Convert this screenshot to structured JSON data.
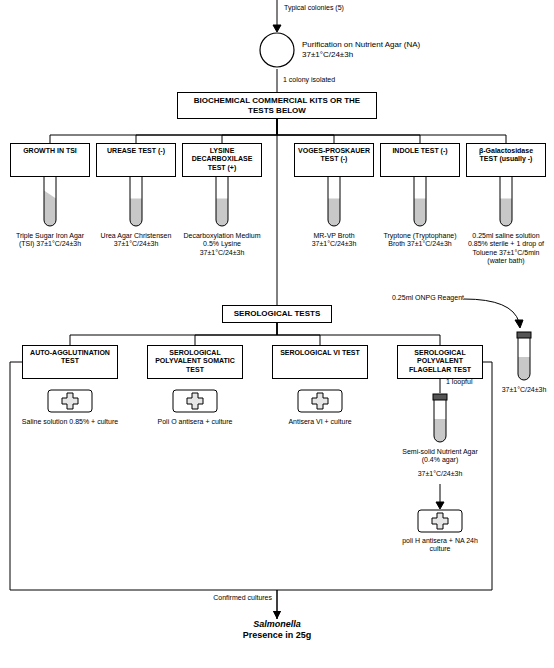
{
  "diagram": {
    "nodes": [
      {
        "text": [
          "Purification on Nutrient Agar (NA) 37±1°C/24±3h"
        ]
      },
      {
        "text": [
          "BIOCHEMICAL COMMERCIAL KITS OR THE TESTS BELOW"
        ]
      },
      {
        "text": [
          "GROWTH IN TSI"
        ]
      },
      {
        "text": [
          "UREASE TEST (-)"
        ]
      },
      {
        "text": [
          "LYSINE DECARBOXILASE TEST (+)"
        ]
      },
      {
        "text": [
          "VOGES-PROSKAUER TEST (-)"
        ]
      },
      {
        "text": [
          "INDOLE TEST (-)"
        ]
      },
      {
        "text": [
          "β-Galactosidase TEST (usually -)"
        ]
      },
      {
        "text": [
          "SEROLOGICAL TESTS"
        ]
      },
      {
        "text": [
          "AUTO-AGGLUTINATION TEST"
        ]
      },
      {
        "text": [
          "SEROLOGICAL POLYVALENT SOMATIC TEST"
        ]
      },
      {
        "text": [
          "SEROLOGICAL VI TEST"
        ]
      },
      {
        "text": [
          "SEROLOGICAL POLYVALENT FLAGELLAR TEST"
        ]
      },
      {
        "text": [
          "Salmonella",
          "Presence in 25g"
        ]
      }
    ],
    "edges": [
      {
        "from": 0,
        "to": 1,
        "arrow": "none",
        "label": "1 colony isolated"
      },
      {
        "from": 1,
        "to": 2,
        "arrow": "none"
      },
      {
        "from": 1,
        "to": 3,
        "arrow": "none"
      },
      {
        "from": 1,
        "to": 4,
        "arrow": "none"
      },
      {
        "from": 1,
        "to": 5,
        "arrow": "none"
      },
      {
        "from": 1,
        "to": 6,
        "arrow": "none"
      },
      {
        "from": 1,
        "to": 7,
        "arrow": "none"
      },
      {
        "from": 1,
        "to": 8,
        "arrow": "none"
      },
      {
        "from": 8,
        "to": 9,
        "arrow": "none"
      },
      {
        "from": 8,
        "to": 10,
        "arrow": "none"
      },
      {
        "from": 8,
        "to": 11,
        "arrow": "none"
      },
      {
        "from": 8,
        "to": 12,
        "arrow": "none"
      },
      {
        "from": 9,
        "to": 13,
        "arrow": "to"
      },
      {
        "from": 12,
        "to": 13,
        "arrow": "to"
      }
    ],
    "labels": [
      "Typical colonies (5)",
      "Triple Sugar Iron Agar (TSI) 37±1°C/24±3h",
      "Urea Agar Christensen 37±1°C/24±3h",
      "Decarboxylation Medium 0.5% Lysine 37±1°C/24±3h",
      "MR-VP Broth 37±1°C/24±3h",
      "Tryptone (Tryptophane) Broth 37±1°C/24±3h",
      "0.25ml saline solution 0.85% sterile + 1 drop of Toluene 37±1°C/5min (water bath)",
      "0.25ml ONPG Reagent",
      "37±1°C/24±3h",
      "Saline solution 0.85% + culture",
      "Poli O antisera + culture",
      "Antisera VI + culture",
      "1 loopful",
      "Semi-solid Nutrient Agar (0.4% agar)",
      "37±1°C/24±3h",
      "poli H antisera + NA 24h culture",
      "Confirmed cultures"
    ]
  }
}
